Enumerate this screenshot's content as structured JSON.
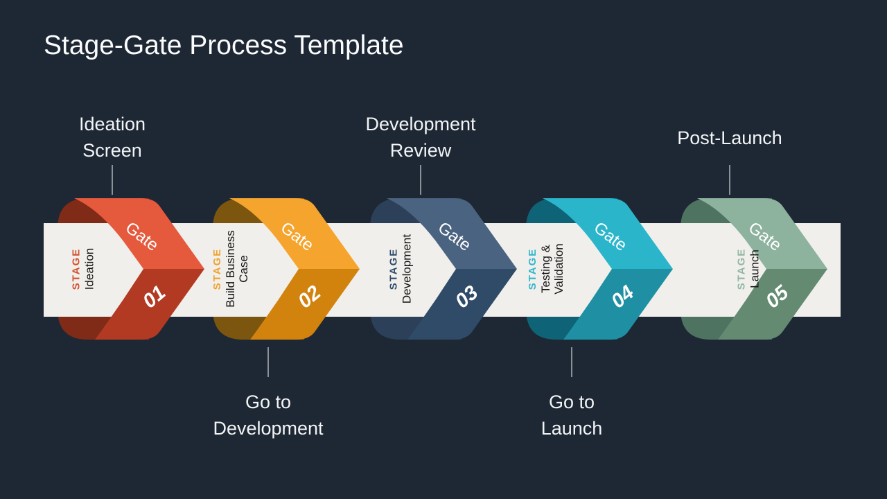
{
  "slide": {
    "title": "Stage-Gate Process Template"
  },
  "palette": {
    "background": "#1e2834",
    "band": "#f0efec",
    "title_text": "#fbfcfd",
    "callout_text": "#f2f4f5",
    "connector": "#8a9197",
    "stage_name_text": "#141414",
    "gate_number_text": "#ffffff"
  },
  "stages": [
    {
      "number": "01",
      "stage_word": "STAGE",
      "gate_label": "Gate",
      "name_lines": [
        "Ideation"
      ],
      "colors": {
        "light": "#e5593d",
        "mid": "#b23a22",
        "dark": "#802a18",
        "label": "#d4502d"
      }
    },
    {
      "number": "02",
      "stage_word": "STAGE",
      "gate_label": "Gate",
      "name_lines": [
        "Build Business",
        "Case"
      ],
      "colors": {
        "light": "#f5a42d",
        "mid": "#d2830e",
        "dark": "#7c560f",
        "label": "#f0a12c"
      }
    },
    {
      "number": "03",
      "stage_word": "STAGE",
      "gate_label": "Gate",
      "name_lines": [
        "Development"
      ],
      "colors": {
        "light": "#4a6380",
        "mid": "#2f4b67",
        "dark": "#2c4059",
        "label": "#2f4b6b"
      }
    },
    {
      "number": "04",
      "stage_word": "STAGE",
      "gate_label": "Gate",
      "name_lines": [
        "Testing &",
        "Validation"
      ],
      "colors": {
        "light": "#2bb5cb",
        "mid": "#1f8fa3",
        "dark": "#0e6376",
        "label": "#2fb6cc"
      }
    },
    {
      "number": "05",
      "stage_word": "STAGE",
      "gate_label": "Gate",
      "name_lines": [
        "Launch"
      ],
      "colors": {
        "light": "#8db29e",
        "mid": "#648b72",
        "dark": "#4e7361",
        "label": "#92b5a2"
      }
    }
  ],
  "callouts_top": [
    {
      "lines": [
        "Ideation",
        "Screen"
      ]
    },
    {
      "lines": [
        "Development",
        "Review"
      ]
    },
    {
      "lines": [
        "Post-Launch"
      ]
    }
  ],
  "callouts_bottom": [
    {
      "lines": [
        "Go to",
        "Development"
      ]
    },
    {
      "lines": [
        "Go to",
        "Launch"
      ]
    }
  ]
}
